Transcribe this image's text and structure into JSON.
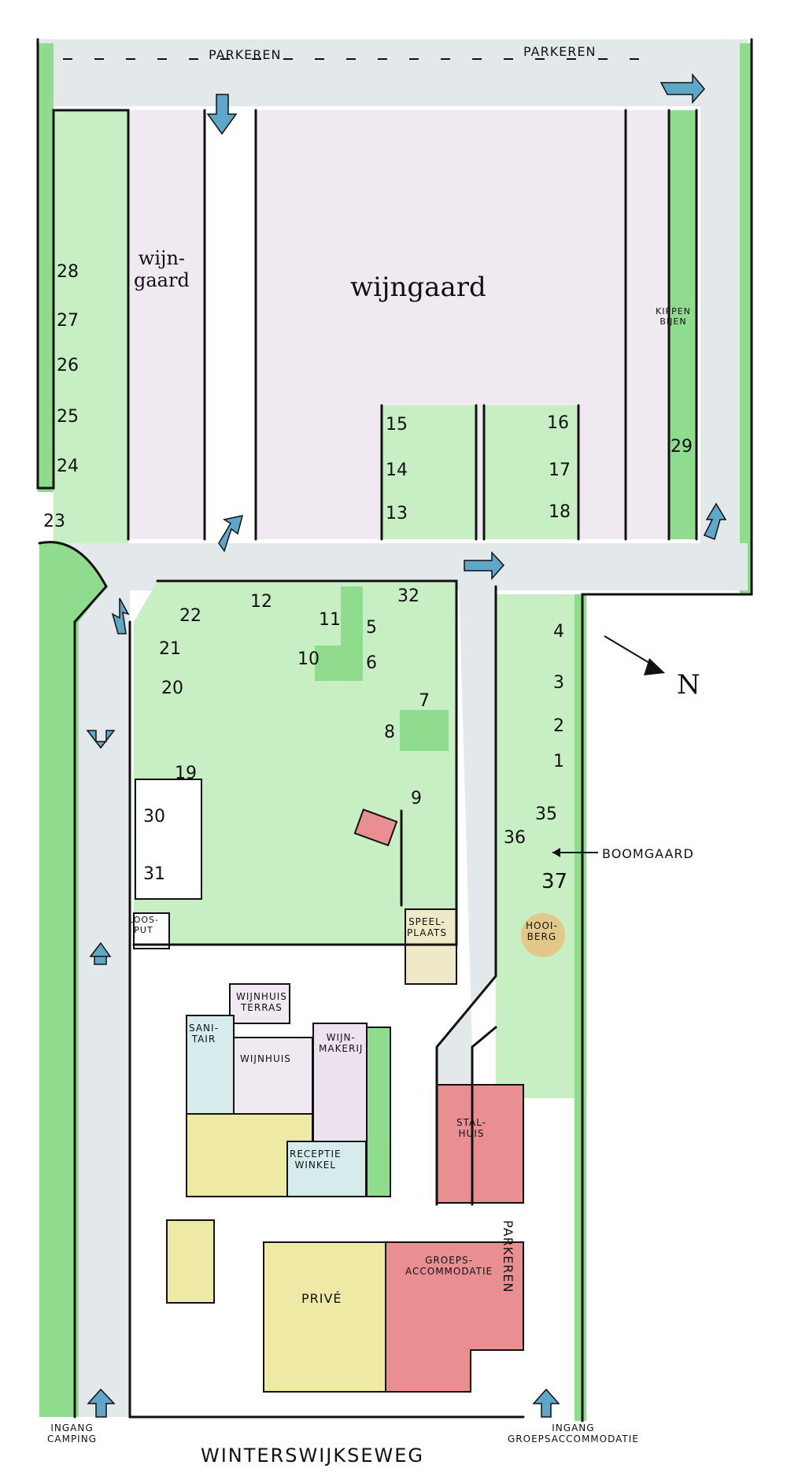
{
  "map": {
    "road": "WINTERSWIJKSEWEG",
    "parking": [
      "PARKEREN",
      "PARKEREN",
      "PARKEREN"
    ],
    "areas": {
      "vineyard_small": "wijn-\ngaard",
      "vineyard_large": "wijngaard",
      "chickens_bees": "KIPPEN\nBIJEN",
      "drain": "LOOS-\nPUT",
      "playground": "SPEEL-\nPLAATS",
      "haystack": "HOOI-\nBERG",
      "orchard": "BOOMGAARD",
      "wine_terrace": "WIJNHUIS\nTERRAS",
      "sanitary": "SANI-\nTAIR",
      "wine_house": "WIJNHUIS",
      "winery": "WIJN-\nMAKERIJ",
      "reception": "RECEPTIE\nWINKEL",
      "stable": "STAL-\nHUIS",
      "private": "PRIVÉ",
      "group_acc": "GROEPS-\nACCOMMODATIE"
    },
    "entrances": {
      "camping": "INGANG\nCAMPING",
      "group": "INGANG\nGROEPSACCOMMODATIE"
    },
    "north": "N",
    "plots": [
      "1",
      "2",
      "3",
      "4",
      "5",
      "6",
      "7",
      "8",
      "9",
      "10",
      "11",
      "12",
      "13",
      "14",
      "15",
      "16",
      "17",
      "18",
      "19",
      "20",
      "21",
      "22",
      "23",
      "24",
      "25",
      "26",
      "27",
      "28",
      "29",
      "30",
      "31",
      "32",
      "35",
      "36",
      "37"
    ],
    "colors": {
      "grass": "#8fdc8f",
      "light_grass": "#c8efc3",
      "vineyard": "#f1e9f1",
      "path": "#e3e8ea",
      "yellow": "#efe9a6",
      "red": "#e98f92",
      "blue_arrow": "#5fa7c9"
    }
  }
}
